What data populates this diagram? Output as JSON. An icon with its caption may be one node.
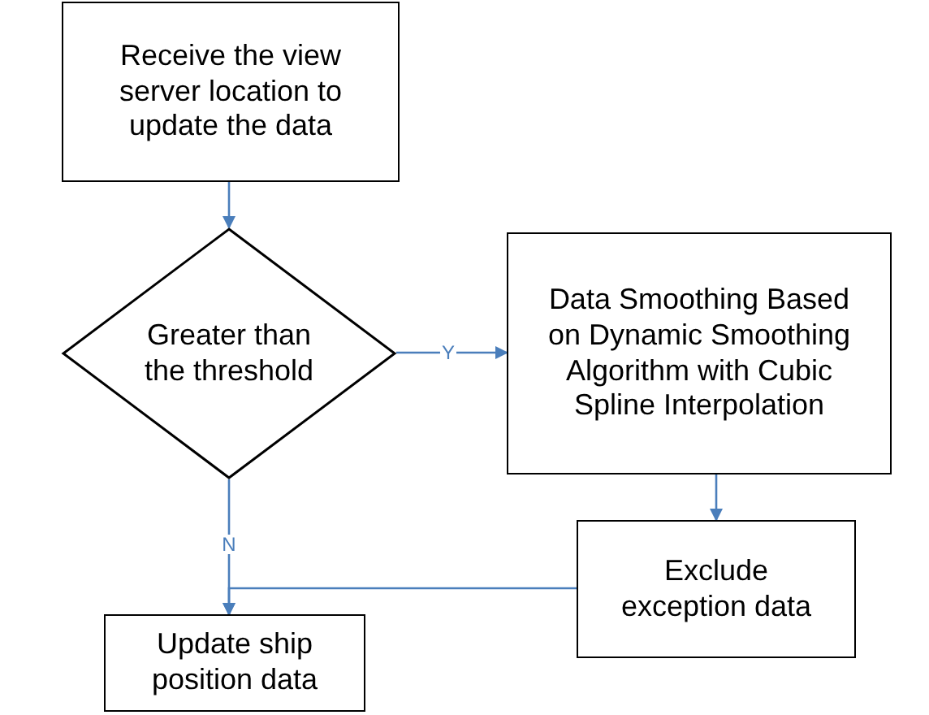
{
  "diagram": {
    "nodes": [
      {
        "text": [
          "Receive the view server location to update the data"
        ]
      },
      {
        "text": [
          "Greater than the threshold"
        ]
      },
      {
        "text": [
          "Data Smoothing Based on Dynamic Smoothing Algorithm with Cubic Spline Interpolation"
        ]
      },
      {
        "text": [
          "Exclude exception data"
        ]
      },
      {
        "text": [
          "Update ship position data"
        ]
      }
    ],
    "edges": [
      {
        "from": 0,
        "to": 1,
        "arrow": "to"
      },
      {
        "from": 1,
        "to": 2,
        "arrow": "to",
        "label": "Y"
      },
      {
        "from": 2,
        "to": 3,
        "arrow": "to"
      },
      {
        "from": 1,
        "to": 4,
        "arrow": "to",
        "label": "N"
      },
      {
        "from": 3,
        "to": 4,
        "arrow": "to"
      }
    ]
  }
}
